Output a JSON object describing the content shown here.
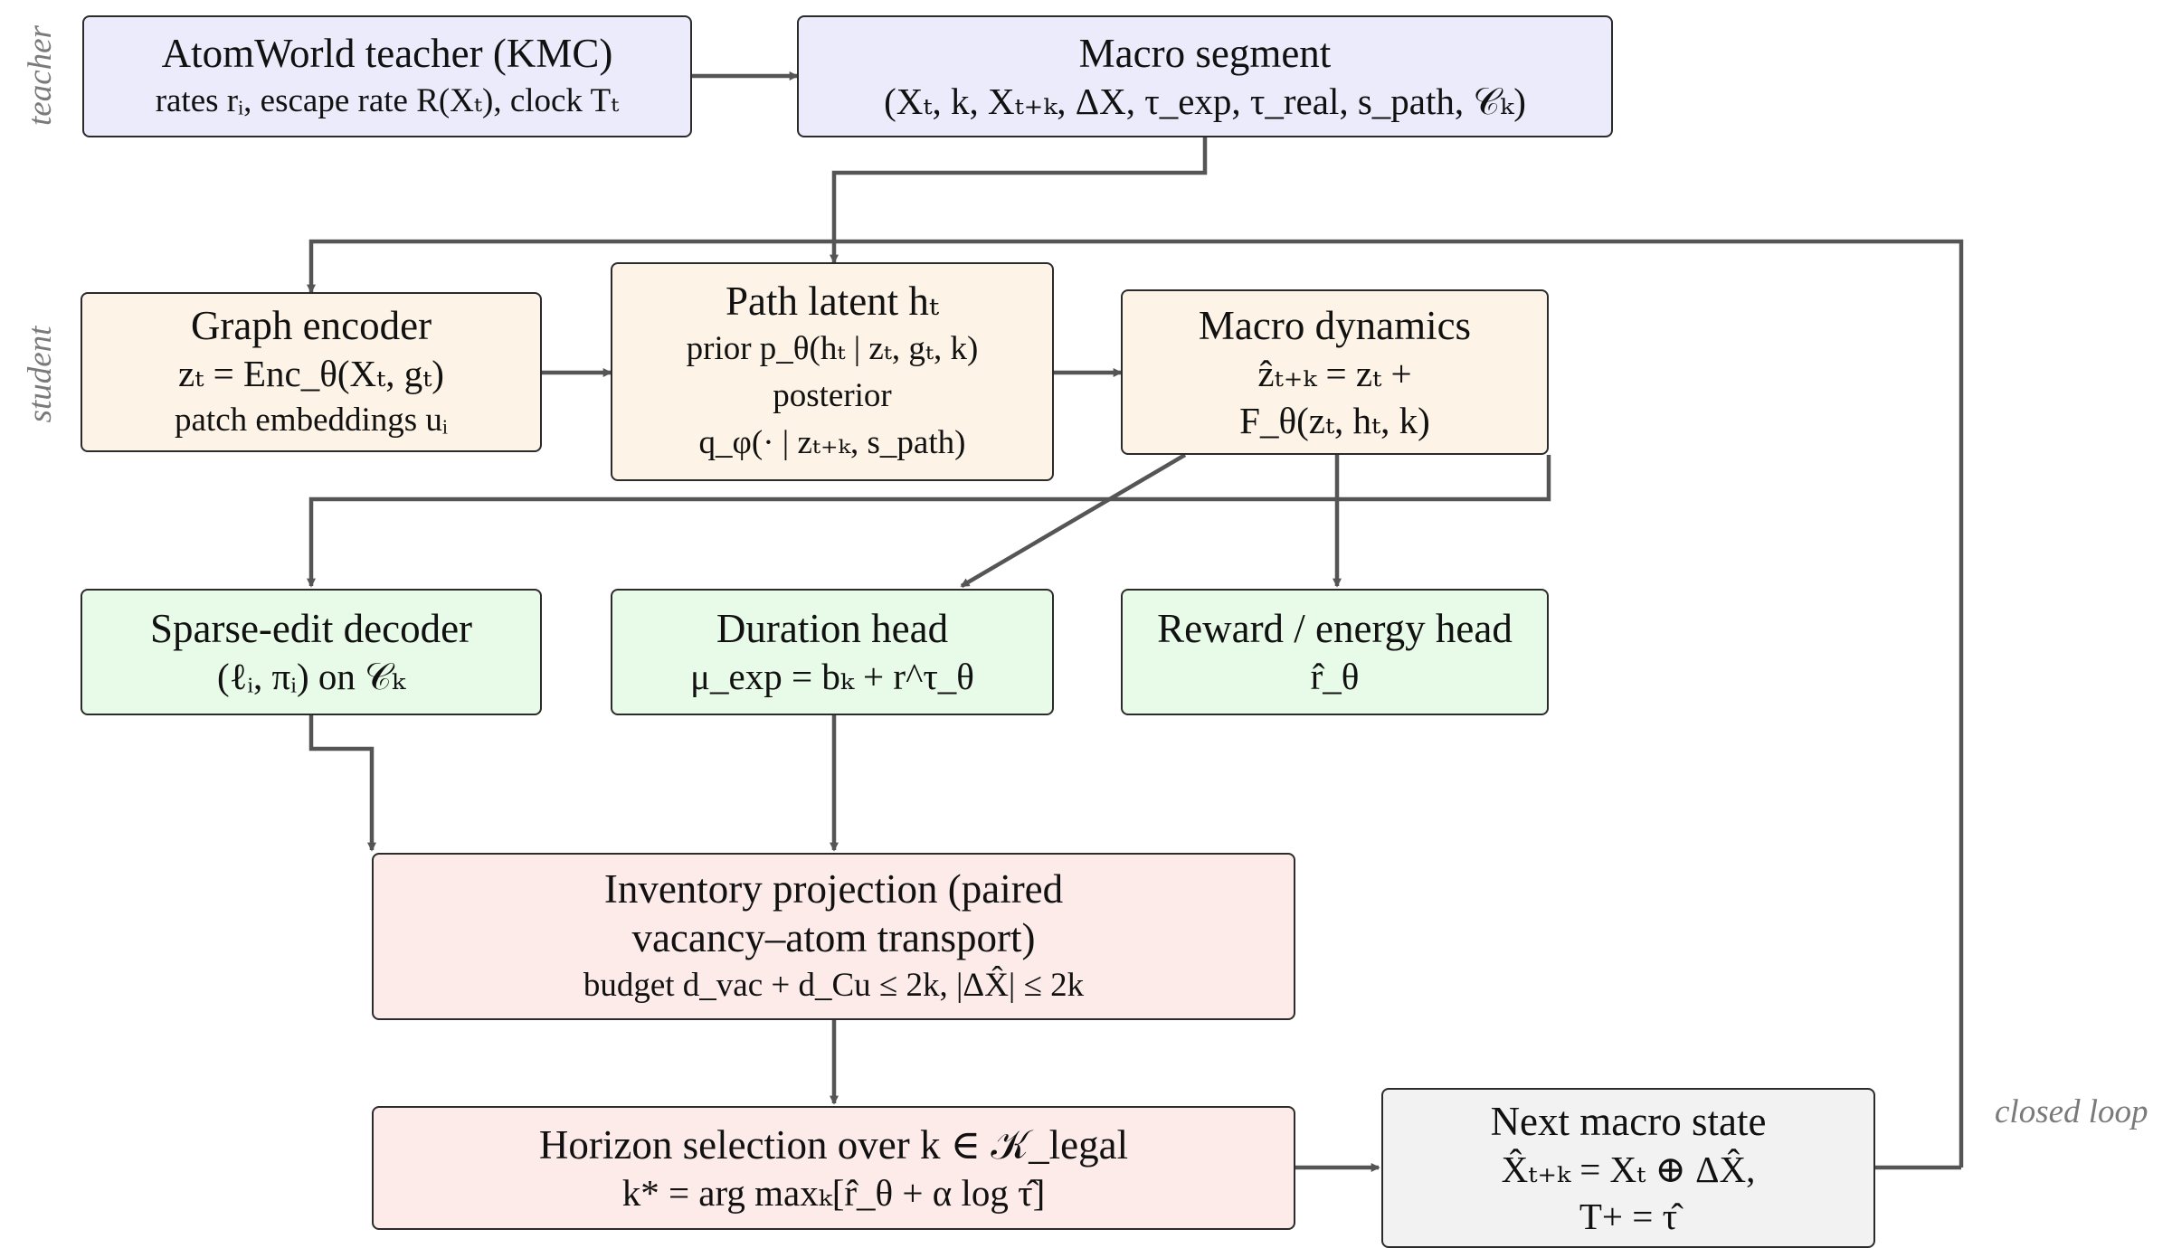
{
  "colors": {
    "teacher": "#ebebfb",
    "encoder": "#fdf3e6",
    "heads": "#e8fbe8",
    "projection": "#fdebea",
    "output": "#f2f2f2",
    "border": "#2b2b2b",
    "arrow": "#555555",
    "side_label": "#7a7a7a"
  },
  "labels": {
    "teacher": "teacher",
    "student": "student",
    "closed_loop": "closed loop"
  },
  "nodes": {
    "teacher": {
      "title": "AtomWorld teacher (KMC)",
      "line1": "rates rᵢ, escape rate R(Xₜ), clock Tₜ"
    },
    "macro_segment": {
      "title": "Macro segment",
      "line1": "(Xₜ, k, Xₜ₊ₖ, ΔX, τ_exp, τ_real, s_path, 𝒞ₖ)"
    },
    "graph_encoder": {
      "title": "Graph encoder",
      "line1": "zₜ = Enc_θ(Xₜ, gₜ)",
      "line2": "patch embeddings uᵢ"
    },
    "path_latent": {
      "title": "Path latent hₜ",
      "line1": "prior p_θ(hₜ | zₜ, gₜ, k)",
      "line2": "posterior",
      "line3": "q_φ(· | zₜ₊ₖ, s_path)"
    },
    "macro_dynamics": {
      "title": "Macro dynamics",
      "line1": "ẑₜ₊ₖ = zₜ +",
      "line2": "F_θ(zₜ, hₜ, k)"
    },
    "sparse_edit": {
      "title": "Sparse-edit decoder",
      "line1": "(ℓᵢ, πᵢ) on 𝒞ₖ"
    },
    "duration_head": {
      "title": "Duration head",
      "line1": "μ_exp = bₖ + r^τ_θ"
    },
    "reward_head": {
      "title": "Reward / energy head",
      "line1": "r̂_θ"
    },
    "inventory": {
      "title1": "Inventory projection (paired",
      "title2": "vacancy–atom transport)",
      "line1": "budget d_vac + d_Cu ≤ 2k, |ΔX̂| ≤ 2k"
    },
    "horizon": {
      "title": "Horizon selection over k ∈ 𝒦_legal",
      "line1": "k* = arg maxₖ[r̂_θ + α log τ̂]"
    },
    "next_state": {
      "title": "Next macro state",
      "line1": "X̂ₜ₊ₖ = Xₜ ⊕ ΔX̂,",
      "line2": "T+ = τ̂"
    }
  }
}
